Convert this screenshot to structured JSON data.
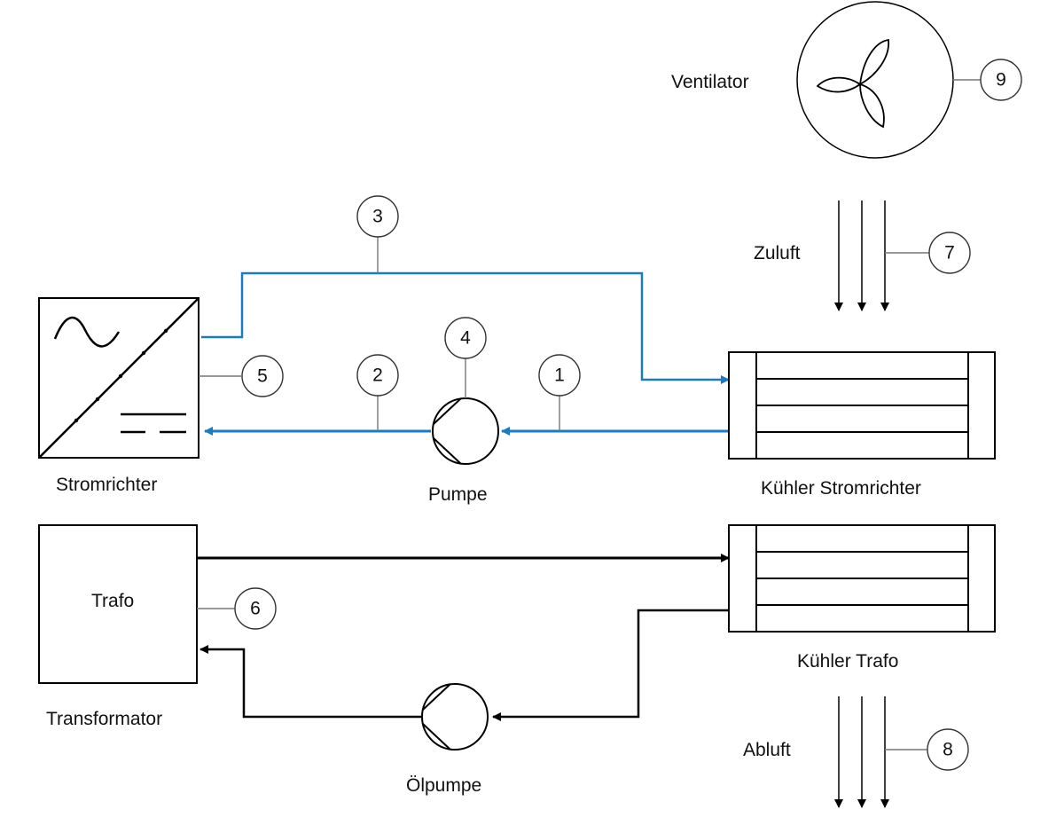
{
  "colors": {
    "water_line": "#1a7cc0",
    "oil_line": "#000000",
    "outline": "#000000",
    "leader": "#777777"
  },
  "labels": {
    "ventilator": "Ventilator",
    "zuluft": "Zuluft",
    "abluft": "Abluft",
    "stromrichter": "Stromrichter",
    "pumpe": "Pumpe",
    "kuehler_stromrichter": "Kühler Stromrichter",
    "trafo": "Trafo",
    "transformator": "Transformator",
    "kuehler_trafo": "Kühler Trafo",
    "oelpumpe": "Ölpumpe"
  },
  "markers": {
    "m1": "1",
    "m2": "2",
    "m3": "3",
    "m4": "4",
    "m5": "5",
    "m6": "6",
    "m7": "7",
    "m8": "8",
    "m9": "9"
  }
}
